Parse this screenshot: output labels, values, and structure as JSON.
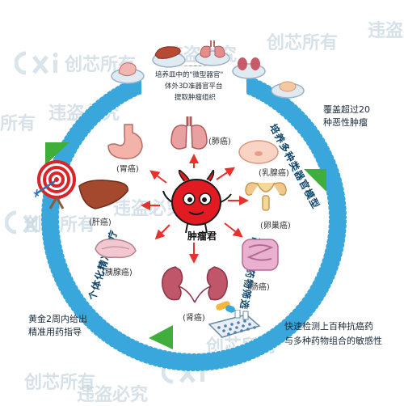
{
  "watermarks": {
    "w1": "创芯所有",
    "w2": "违盗必究",
    "w3": "创芯所有",
    "w4": "违盗必究",
    "w5": "所有",
    "w6": "违盗必究",
    "w7": "创芯所有",
    "w8": "违盗必究",
    "w9": "创芯所有",
    "w10": "违盗必究",
    "w11": "创芯所有"
  },
  "top": {
    "line1": "培养皿中的\"微型器官\"",
    "line2": "体外3D准器官平台",
    "line3": "提取肿瘤组织"
  },
  "ring": {
    "right_arc": "培养多种类器官模型",
    "bottom_right_arc": "高通量药物筛选",
    "left_arc": "个体化精准医疗"
  },
  "notes": {
    "coverage_1": "覆盖超过20",
    "coverage_2": "种恶性肿瘤",
    "detect_1": "快速检测上百种抗癌药",
    "detect_2": "与多种药物组合的敏感性",
    "gold_1": "黄金2周内给出",
    "gold_2": "精准用药指导"
  },
  "center_label": "肿瘤君",
  "organs": {
    "lung": "(肺癌)",
    "breast": "(乳腺癌)",
    "ovary": "(卵巢癌)",
    "bowel": "(肠癌)",
    "kidney": "(肾癌)",
    "pancreas": "(胰腺癌)",
    "liver": "(肝癌)",
    "stomach": "(胃癌)"
  },
  "colors": {
    "ring": "#3aa7dc",
    "ring_dark": "#1f86c2",
    "green_arrow": "#3fae3a",
    "tumor": "#e21b22",
    "pointer": "#e5322d"
  }
}
